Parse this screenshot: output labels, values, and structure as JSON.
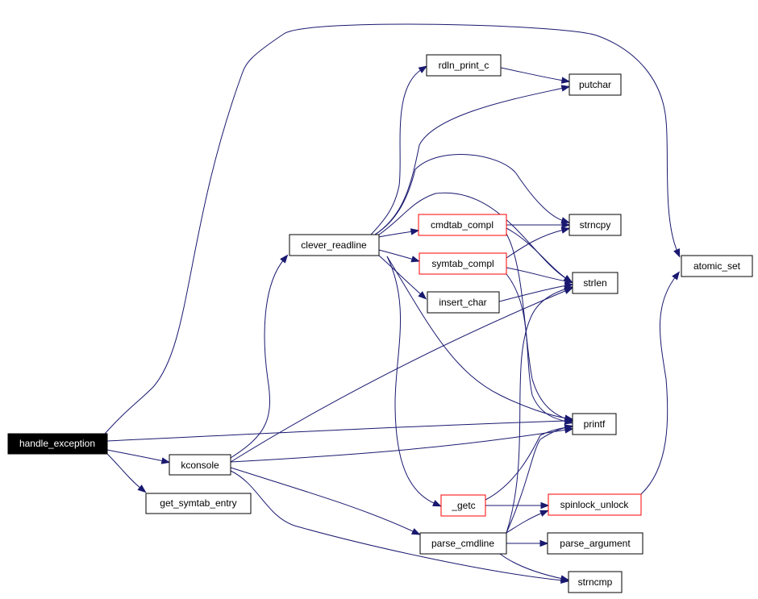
{
  "colors": {
    "edge": "#191970",
    "node_border": "#000000",
    "incomplete_border": "#ff0000",
    "root_fill": "#000000",
    "root_text": "#ffffff"
  },
  "nodes": {
    "handle_exception": "handle_exception",
    "kconsole": "kconsole",
    "get_symtab_entry": "get_symtab_entry",
    "clever_readline": "clever_readline",
    "rdln_print_c": "rdln_print_c",
    "putchar": "putchar",
    "cmdtab_compl": "cmdtab_compl",
    "symtab_compl": "symtab_compl",
    "insert_char": "insert_char",
    "strncpy": "strncpy",
    "strlen": "strlen",
    "printf": "printf",
    "atomic_set": "atomic_set",
    "getc": "_getc",
    "spinlock_unlock": "spinlock_unlock",
    "parse_cmdline": "parse_cmdline",
    "parse_argument": "parse_argument",
    "strncmp": "strncmp"
  },
  "edges": [
    [
      "handle_exception",
      "atomic_set"
    ],
    [
      "handle_exception",
      "printf"
    ],
    [
      "handle_exception",
      "kconsole"
    ],
    [
      "handle_exception",
      "get_symtab_entry"
    ],
    [
      "kconsole",
      "clever_readline"
    ],
    [
      "kconsole",
      "strlen"
    ],
    [
      "kconsole",
      "printf"
    ],
    [
      "kconsole",
      "parse_cmdline"
    ],
    [
      "kconsole",
      "strncmp"
    ],
    [
      "clever_readline",
      "rdln_print_c"
    ],
    [
      "clever_readline",
      "putchar"
    ],
    [
      "clever_readline",
      "strncpy"
    ],
    [
      "clever_readline",
      "cmdtab_compl"
    ],
    [
      "clever_readline",
      "symtab_compl"
    ],
    [
      "clever_readline",
      "insert_char"
    ],
    [
      "clever_readline",
      "strlen"
    ],
    [
      "clever_readline",
      "printf"
    ],
    [
      "clever_readline",
      "getc"
    ],
    [
      "rdln_print_c",
      "putchar"
    ],
    [
      "cmdtab_compl",
      "strncpy"
    ],
    [
      "cmdtab_compl",
      "strlen"
    ],
    [
      "cmdtab_compl",
      "printf"
    ],
    [
      "symtab_compl",
      "strncpy"
    ],
    [
      "symtab_compl",
      "strlen"
    ],
    [
      "symtab_compl",
      "printf"
    ],
    [
      "insert_char",
      "strlen"
    ],
    [
      "getc",
      "spinlock_unlock"
    ],
    [
      "getc",
      "printf"
    ],
    [
      "spinlock_unlock",
      "atomic_set"
    ],
    [
      "parse_cmdline",
      "spinlock_unlock"
    ],
    [
      "parse_cmdline",
      "parse_argument"
    ],
    [
      "parse_cmdline",
      "strncmp"
    ],
    [
      "parse_cmdline",
      "strlen"
    ],
    [
      "parse_cmdline",
      "printf"
    ]
  ]
}
